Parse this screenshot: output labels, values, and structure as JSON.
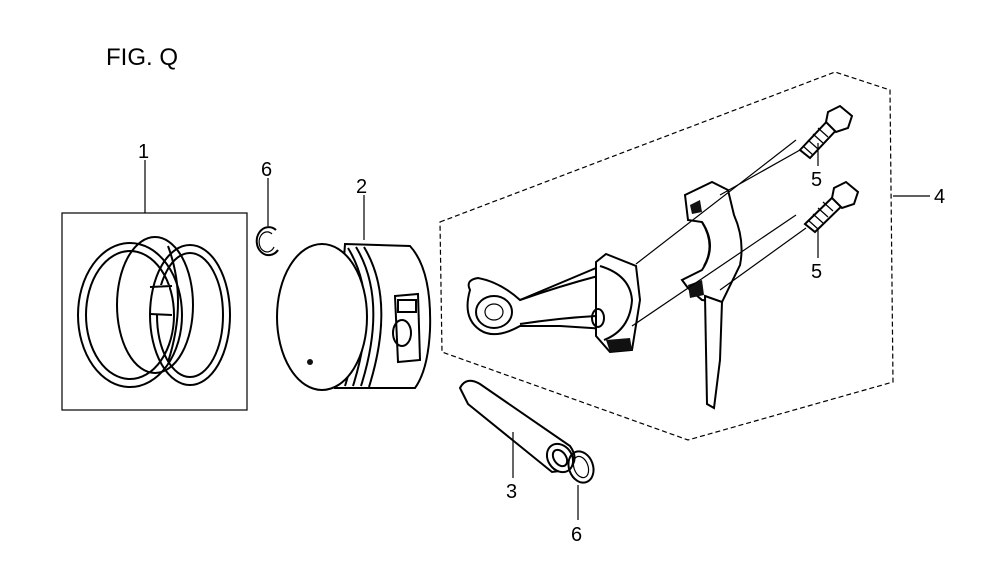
{
  "figure": {
    "title": "FIG. Q"
  },
  "callouts": [
    {
      "id": "c1",
      "text": "1"
    },
    {
      "id": "c2",
      "text": "2"
    },
    {
      "id": "c3",
      "text": "3"
    },
    {
      "id": "c4",
      "text": "4"
    },
    {
      "id": "c5a",
      "text": "5"
    },
    {
      "id": "c5b",
      "text": "5"
    },
    {
      "id": "c6a",
      "text": "6"
    },
    {
      "id": "c6b",
      "text": "6"
    }
  ]
}
